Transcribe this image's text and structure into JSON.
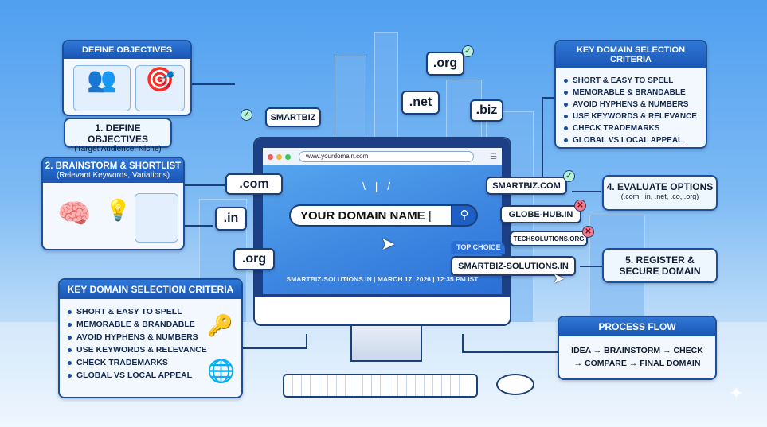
{
  "define_objectives": {
    "header": "DEFINE OBJECTIVES",
    "step_title": "1. DEFINE OBJECTIVES",
    "step_subtitle": "(Target Audience, Niche)"
  },
  "brainstorm": {
    "title": "2. BRAINSTORM & SHORTLIST",
    "subtitle": "(Relevant Keywords, Variations)"
  },
  "criteria_left": {
    "header": "KEY DOMAIN SELECTION CRITERIA",
    "items": [
      "SHORT & EASY TO SPELL",
      "MEMORABLE & BRANDABLE",
      "AVOID HYPHENS & NUMBERS",
      "USE KEYWORDS & RELEVANCE",
      "CHECK TRADEMARKS",
      "GLOBAL VS LOCAL APPEAL"
    ]
  },
  "criteria_right": {
    "header": "KEY DOMAIN SELECTION CRITERIA",
    "items": [
      "SHORT & EASY TO SPELL",
      "MEMORABLE & BRANDABLE",
      "AVOID HYPHENS & NUMBERS",
      "USE KEYWORDS & RELEVANCE",
      "CHECK TRADEMARKS",
      "GLOBAL VS LOCAL APPEAL"
    ]
  },
  "bubbles": {
    "com": ".com",
    "in": ".in",
    "org_left": ".org",
    "smartbiz": "SMARTBIZ",
    "net": ".net",
    "org_top": ".org",
    "biz": ".biz"
  },
  "browser": {
    "url": "www.yourdomain.com",
    "search_value": "YOUR DOMAIN NAME",
    "footer": "SMARTBIZ-SOLUTIONS.IN | MARCH 17, 2026 | 12:35 PM IST"
  },
  "candidates": [
    {
      "name": "SMARTBIZ.COM",
      "status": "available"
    },
    {
      "name": "GLOBE-HUB.IN",
      "status": "unavailable"
    },
    {
      "name": "TECHSOLUTIONS.ORG",
      "status": "unavailable"
    }
  ],
  "top_choice": {
    "label": "TOP CHOICE",
    "domain": "SMARTBIZ-SOLUTIONS.IN"
  },
  "evaluate": {
    "title": "4. EVALUATE OPTIONS",
    "subtitle": "(.com, .in, .net, .co, .org)"
  },
  "register": {
    "line1": "5. REGISTER &",
    "line2": "SECURE DOMAIN"
  },
  "process_flow": {
    "header": "PROCESS FLOW",
    "line1": "IDEA → BRAINSTORM → CHECK",
    "line2": "→ COMPARE → FINAL DOMAIN"
  },
  "colors": {
    "brand_blue": "#1a55b3",
    "accent_ok": "#bdf0dc",
    "accent_bad": "#f07b8a"
  }
}
